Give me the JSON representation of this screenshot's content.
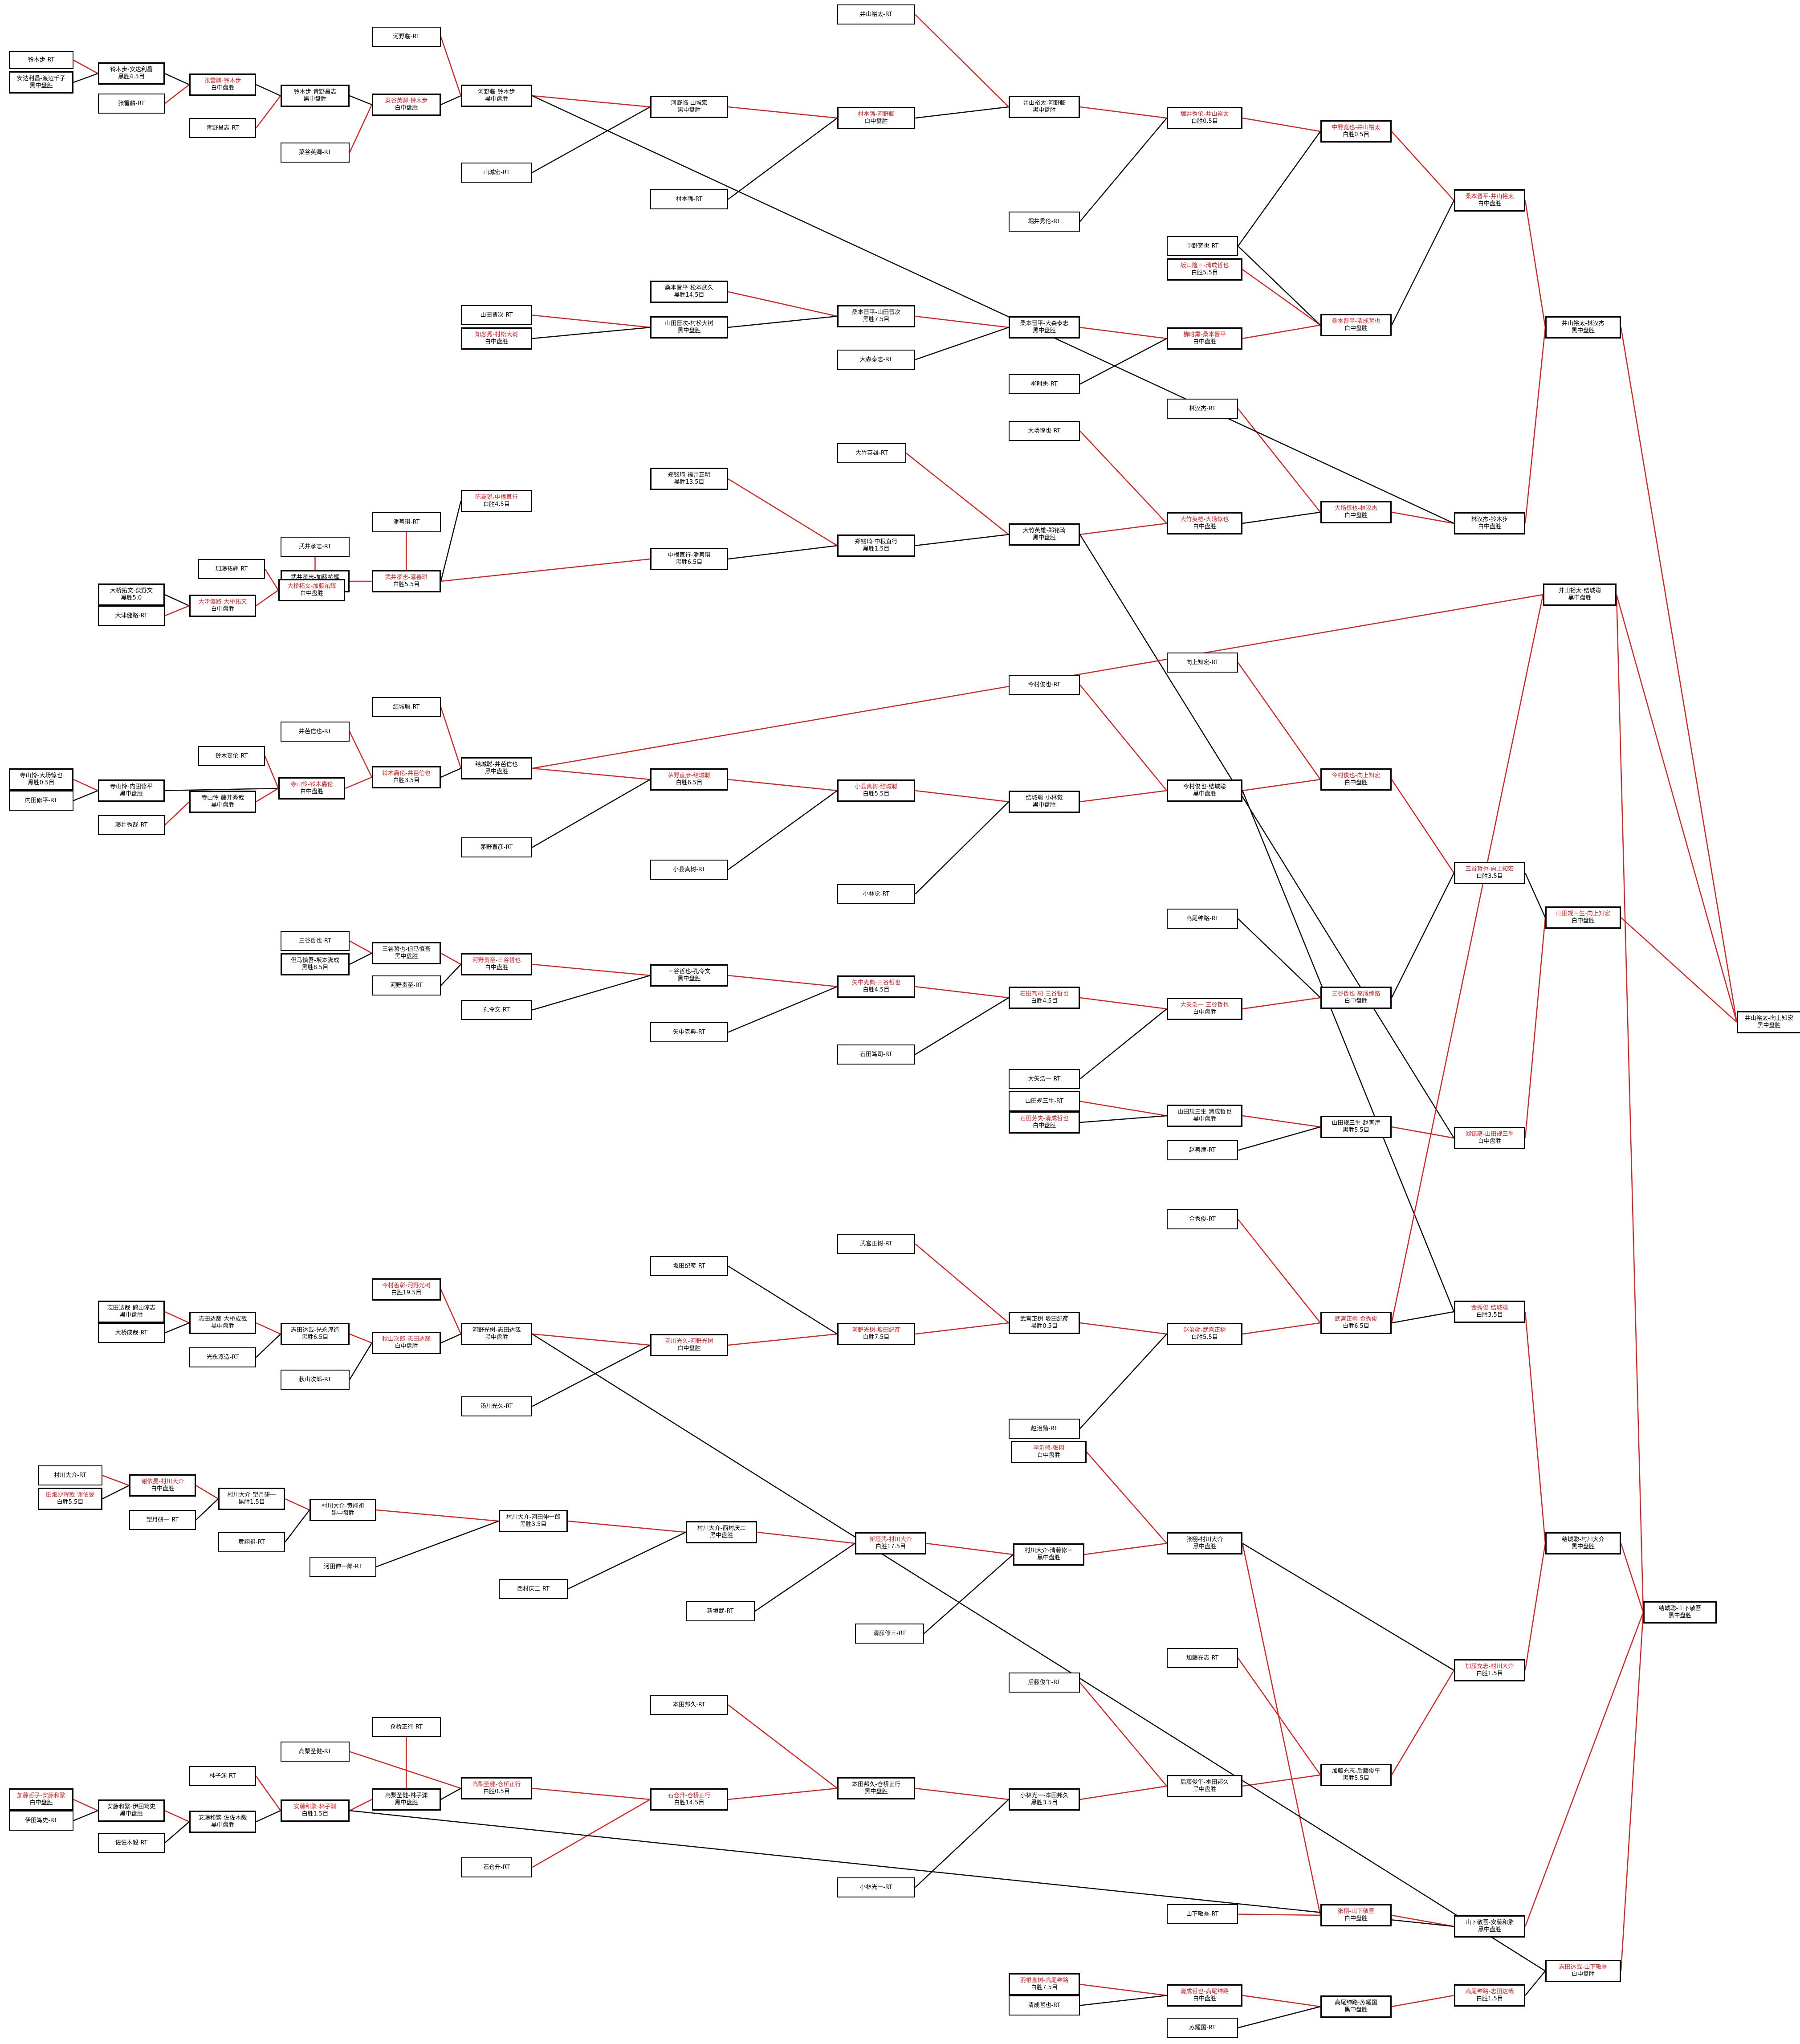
{
  "colors": {
    "win": "#dd2222",
    "lose": "#111111"
  },
  "nodes": [
    [
      "a0",
      "铃木步-RT",
      []
    ],
    [
      "a1",
      "安达利昌-渡辺千子",
      "黑中盘胜",
      [
        0
      ]
    ],
    [
      "a2",
      "铃木步-安达利昌",
      "黑胜4.5目",
      [
        0
      ]
    ],
    [
      "a3",
      "张雷麟-RT",
      [
        0
      ]
    ],
    [
      "a4",
      "张雷麟-铃木步",
      "白中盘胜",
      [
        1
      ]
    ],
    [
      "a5",
      "青野昌志-RT",
      [
        0
      ]
    ],
    [
      "a6",
      "铃木步-青野昌志",
      "黑中盘胜",
      [
        0
      ]
    ],
    [
      "a7",
      "菜谷英卿-RT",
      [
        0
      ]
    ],
    [
      "a8",
      "菜谷英卿-铃木步",
      "白中盘胜",
      [
        1
      ]
    ],
    [
      "a9",
      "河野临-RT",
      [
        0
      ]
    ],
    [
      "a10",
      "河野临-铃木步",
      "黑中盘胜",
      [
        0
      ]
    ],
    [
      "a11",
      "山城宏-RT",
      [
        0
      ]
    ],
    [
      "a12",
      "河野临-山城宏",
      "黑中盘胜",
      [
        0
      ]
    ],
    [
      "a13",
      "村本强-RT",
      [
        0
      ]
    ],
    [
      "a14",
      "村本强-河野临",
      "白中盘胜",
      [
        1
      ]
    ],
    [
      "a15",
      "井山裕太-RT",
      [
        0
      ]
    ],
    [
      "a16",
      "井山裕太-河野临",
      "黑中盘胜",
      [
        0
      ]
    ],
    [
      "a17",
      "堀井秀伦-RT",
      [
        0
      ]
    ],
    [
      "a18",
      "堀井秀伦-井山裕太",
      "白胜0.5目",
      [
        1
      ]
    ],
    [
      "a19",
      "中野宽也-RT",
      [
        0
      ]
    ],
    [
      "a20",
      "中野宽也-井山裕太",
      "白胜0.5目",
      [
        1
      ]
    ],
    [
      "a21",
      "坂口隆三-清成哲也",
      "白胜5.5目",
      [
        1
      ]
    ],
    [
      "a22",
      "桑本晋平-清成哲也",
      "白中盘胜",
      [
        1
      ]
    ],
    [
      "a23",
      "桑本晋平-井山裕太",
      "白中盘胜",
      [
        1
      ]
    ],
    [
      "a24",
      "山田晋次-RT",
      [
        0
      ]
    ],
    [
      "a25",
      "知念秀-村松大树",
      "白中盘胜",
      [
        1
      ]
    ],
    [
      "a26",
      "桑本晋平-松本武久",
      "黑胜14.5目",
      [
        0
      ]
    ],
    [
      "a27",
      "山田晋次-村松大树",
      "黑中盘胜",
      [
        0
      ]
    ],
    [
      "a28",
      "桑本晋平-山田晋次",
      "黑胜7.5目",
      [
        0
      ]
    ],
    [
      "a29",
      "大森泰志-RT",
      [
        0
      ]
    ],
    [
      "a30",
      "桑本晋平-大森泰志",
      "黑中盘胜",
      [
        0
      ]
    ],
    [
      "a31",
      "柳时熏-RT",
      [
        0
      ]
    ],
    [
      "a32",
      "柳时熏-桑本晋平",
      "白中盘胜",
      [
        1
      ]
    ],
    [
      "a33",
      "林汉杰-RT",
      [
        0
      ]
    ],
    [
      "a34",
      "大场惇也-RT",
      [
        0
      ]
    ],
    [
      "a35",
      "大场惇也-林汉杰",
      "白中盘胜",
      [
        1
      ]
    ],
    [
      "a36",
      "大竹英雄-大场惇也",
      "白中盘胜",
      [
        1
      ]
    ],
    [
      "a37",
      "林汉杰-铃木步",
      "白中盘胜",
      [
        0
      ]
    ],
    [
      "a38",
      "井山裕太-林汉杰",
      "黑中盘胜",
      [
        0
      ]
    ],
    [
      "a39",
      "大竹英雄-RT",
      [
        0
      ]
    ],
    [
      "a40",
      "郑铭琦-福井正明",
      "黑胜13.5目",
      [
        0
      ]
    ],
    [
      "a41",
      "中根直行-潘善琪",
      "黑胜6.5目",
      [
        0
      ]
    ],
    [
      "a42",
      "郑铭琦-中根直行",
      "黑胜1.5目",
      [
        0
      ]
    ],
    [
      "a43",
      "大竹英雄-郑铭琦",
      "黑中盘胜",
      [
        0
      ]
    ],
    [
      "a44",
      "陈嘉锐-中根直行",
      "白胜4.5目",
      [
        1
      ]
    ],
    [
      "a45",
      "潘善琪-RT",
      [
        0
      ]
    ],
    [
      "a46",
      "武井孝志-潘善琪",
      "白胜5.5目",
      [
        1
      ]
    ],
    [
      "a47",
      "武井孝志-RT",
      [
        0
      ]
    ],
    [
      "a48",
      "武井孝志-加藤祐辉",
      "黑胜4.5目",
      [
        0
      ]
    ],
    [
      "a49",
      "加藤祐辉-RT",
      [
        0
      ]
    ],
    [
      "a50",
      "大桥拓文-加藤祐辉",
      "白中盘胜",
      [
        1
      ]
    ],
    [
      "a51",
      "大桥拓文-荻野文",
      "黑胜5.0",
      [
        0
      ]
    ],
    [
      "a52",
      "大津健路-RT",
      [
        0
      ]
    ],
    [
      "a53",
      "大津健路-大桥拓文",
      "白中盘胜",
      [
        1
      ]
    ],
    [
      "a54",
      "结城聪-RT",
      [
        0
      ]
    ],
    [
      "a55",
      "井芭信也-RT",
      [
        0
      ]
    ],
    [
      "a56",
      "结城聪-井芭信也",
      "黑中盘胜",
      [
        0
      ]
    ],
    [
      "a57",
      "铃木嘉伦-RT",
      [
        0
      ]
    ],
    [
      "a58",
      "铃木嘉伦-井芭信也",
      "白胜3.5目",
      [
        1
      ]
    ],
    [
      "a59",
      "寺山怜-铃木嘉伦",
      "白中盘胜",
      [
        1
      ]
    ],
    [
      "a60",
      "寺山怜-大场惇也",
      "黑胜0.5目",
      [
        0
      ]
    ],
    [
      "a61",
      "寺山怜-内田修平",
      "黑中盘胜",
      [
        0
      ]
    ],
    [
      "a62",
      "内田修平-RT",
      [
        0
      ]
    ],
    [
      "a63",
      "寺山怜-藤井秀哉",
      "黑中盘胜",
      [
        0
      ]
    ],
    [
      "a64",
      "藤井秀哉-RT",
      [
        0
      ]
    ],
    [
      "a65",
      "茅野直彦-RT",
      [
        0
      ]
    ],
    [
      "a66",
      "茅野直彦-结城聪",
      "白胜6.5目",
      [
        1
      ]
    ],
    [
      "a67",
      "小县真树-RT",
      [
        0
      ]
    ],
    [
      "a68",
      "小县真树-结城聪",
      "白胜5.5目",
      [
        1
      ]
    ],
    [
      "a69",
      "小林觉-RT",
      [
        0
      ]
    ],
    [
      "a70",
      "结城聪-小林觉",
      "黑中盘胜",
      [
        0
      ]
    ],
    [
      "a71",
      "今村俊也-RT",
      [
        0
      ]
    ],
    [
      "a72",
      "今村俊也-结城聪",
      "黑中盘胜",
      [
        0
      ]
    ],
    [
      "a73",
      "向上知宏-RT",
      [
        0
      ]
    ],
    [
      "a74",
      "今村俊也-向上知宏",
      "白中盘胜",
      [
        1
      ]
    ],
    [
      "a75",
      "三谷哲也-向上知宏",
      "白胜3.5目",
      [
        1
      ]
    ],
    [
      "a76",
      "山田规三生-向上知宏",
      "白中盘胜",
      [
        1
      ]
    ],
    [
      "a77",
      "井山裕太-向上知宏",
      "黑中盘胜",
      [
        0
      ]
    ],
    [
      "a78",
      "三谷哲也-RT",
      [
        0
      ]
    ],
    [
      "a79",
      "三谷哲也-但马慎吾",
      "黑中盘胜",
      [
        0
      ]
    ],
    [
      "a80",
      "但马慎吾-坂本满成",
      "黑胜8.5目",
      [
        0
      ]
    ],
    [
      "a81",
      "河野贵至-RT",
      [
        0
      ]
    ],
    [
      "a82",
      "河野贵至-三谷哲也",
      "白中盘胜",
      [
        1
      ]
    ],
    [
      "a83",
      "孔令文-RT",
      [
        0
      ]
    ],
    [
      "a84",
      "三谷哲也-孔令文",
      "黑中盘胜",
      [
        0
      ]
    ],
    [
      "a85",
      "矢中克典-RT",
      [
        0
      ]
    ],
    [
      "a86",
      "矢中克典-三谷哲也",
      "白胜4.5目",
      [
        1
      ]
    ],
    [
      "a87",
      "石田笃司-RT",
      [
        0
      ]
    ],
    [
      "a88",
      "石田笃司-三谷哲也",
      "白胜4.5目",
      [
        1
      ]
    ],
    [
      "a89",
      "大矢浩一-三谷哲也",
      "白中盘胜",
      [
        1
      ]
    ],
    [
      "a90",
      "大矢浩一-RT",
      [
        0
      ]
    ],
    [
      "a91",
      "高尾绅路-RT",
      [
        0
      ]
    ],
    [
      "a92",
      "三谷哲也-高尾绅路",
      "白中盘胜",
      [
        1
      ]
    ],
    [
      "a93",
      "山田规三生-RT",
      [
        0
      ]
    ],
    [
      "a94",
      "石田芳夫-清成哲也",
      "白中盘胜",
      [
        1
      ]
    ],
    [
      "a95",
      "山田规三生-清成哲也",
      "黑中盘胜",
      [
        0
      ]
    ],
    [
      "a96",
      "赵善津-RT",
      [
        0
      ]
    ],
    [
      "a97",
      "山田规三生-赵善津",
      "黑胜5.5目",
      [
        0
      ]
    ],
    [
      "a98",
      "郑铭琦-山田规三生",
      "白中盘胜",
      [
        1
      ]
    ],
    [
      "a99",
      "井山裕太-结城聪",
      "黑中盘胜",
      [
        0
      ]
    ],
    [
      "a100",
      "志田达哉-鹤山淳志",
      "黑中盘胜",
      [
        0
      ]
    ],
    [
      "a101",
      "大桥成哉-RT",
      [
        0
      ]
    ],
    [
      "a102",
      "志田达哉-大桥成哉",
      "黑中盘胜",
      [
        0
      ]
    ],
    [
      "a103",
      "光永淳造-RT",
      [
        0
      ]
    ],
    [
      "a104",
      "志田达哉-光永淳造",
      "黑胜6.5目",
      [
        0
      ]
    ],
    [
      "a105",
      "秋山次郎-RT",
      [
        0
      ]
    ],
    [
      "a106",
      "秋山次郎-志田达哉",
      "白中盘胜",
      [
        1
      ]
    ],
    [
      "a107",
      "今村善彰-河野光树",
      "白胜19.5目",
      [
        1
      ]
    ],
    [
      "a108",
      "河野光树-志田达哉",
      "黑中盘胜",
      [
        0
      ]
    ],
    [
      "a109",
      "汤川光久-RT",
      [
        0
      ]
    ],
    [
      "a110",
      "汤川光久-河野光树",
      "白中盘胜",
      [
        1
      ]
    ],
    [
      "a111",
      "坂田纪彦-RT",
      [
        0
      ]
    ],
    [
      "a112",
      "河野光树-坂田纪彦",
      "白胜7.5目",
      [
        1
      ]
    ],
    [
      "a113",
      "武宫正树-RT",
      [
        0
      ]
    ],
    [
      "a114",
      "武宫正树-坂田纪彦",
      "黑胜0.5目",
      [
        0
      ]
    ],
    [
      "a115",
      "赵治勋-武宫正树",
      "白胜5.5目",
      [
        1
      ]
    ],
    [
      "a116",
      "金秀俊-RT",
      [
        0
      ]
    ],
    [
      "a117",
      "武宫正树-金秀俊",
      "白胜6.5目",
      [
        1
      ]
    ],
    [
      "a118",
      "金秀俊-结城聪",
      "白胜3.5目",
      [
        1
      ]
    ],
    [
      "a119",
      "赵治勋-RT",
      [
        0
      ]
    ],
    [
      "a120",
      "李沂修-张栩",
      "白中盘胜",
      [
        1
      ]
    ],
    [
      "a121",
      "村川大介-RT",
      [
        0
      ]
    ],
    [
      "a122",
      "谢依旻-村川大介",
      "白中盘胜",
      [
        1
      ]
    ],
    [
      "a123",
      "田畑沙辉哉-谢依旻",
      "白胜5.5目",
      [
        1
      ]
    ],
    [
      "a124",
      "村川大介-望月研一",
      "黑胜1.5目",
      [
        0
      ]
    ],
    [
      "a125",
      "望月研一-RT",
      [
        0
      ]
    ],
    [
      "a126",
      "村川大介-黄翊祖",
      "黑中盘胜",
      [
        0
      ]
    ],
    [
      "a127",
      "黄翊祖-RT",
      [
        0
      ]
    ],
    [
      "a128",
      "村川大介-河田伸一郎",
      "黑胜3.5目",
      [
        0
      ]
    ],
    [
      "a129",
      "河田伸一郎-RT",
      [
        0
      ]
    ],
    [
      "a130",
      "西村庆二-RT",
      [
        0
      ]
    ],
    [
      "a131",
      "村川大介-西村庆二",
      "黑中盘胜",
      [
        0
      ]
    ],
    [
      "a132",
      "新垣武-RT",
      [
        0
      ]
    ],
    [
      "a133",
      "新垣武-村川大介",
      "白胜17.5目",
      [
        1
      ]
    ],
    [
      "a134",
      "清藤修三-RT",
      [
        0
      ]
    ],
    [
      "a135",
      "村川大介-清藤修三",
      "黑中盘胜",
      [
        0
      ]
    ],
    [
      "a136",
      "张栩-村川大介",
      "黑中盘胜",
      [
        0
      ]
    ],
    [
      "a137",
      "加藤充志-村川大介",
      "白胜1.5目",
      [
        1
      ]
    ],
    [
      "a138",
      "结城聪-村川大介",
      "黑中盘胜",
      [
        0
      ]
    ],
    [
      "a139",
      "结城聪-山下敬吾",
      "黑中盘胜",
      [
        0
      ]
    ],
    [
      "a140",
      "加藤充志-RT",
      [
        0
      ]
    ],
    [
      "a141",
      "后藤俊午-RT",
      [
        0
      ]
    ],
    [
      "a142",
      "后藤俊午-本田邦久",
      "黑中盘胜",
      [
        0
      ]
    ],
    [
      "a143",
      "加藤充志-后藤俊午",
      "黑胜5.5目",
      [
        0
      ]
    ],
    [
      "a144",
      "本田邦久-RT",
      [
        0
      ]
    ],
    [
      "a145",
      "本田邦久-仓桥正行",
      "黑中盘胜",
      [
        0
      ]
    ],
    [
      "a146",
      "小林光一-本田邦久",
      "黑胜3.5目",
      [
        0
      ]
    ],
    [
      "a147",
      "小林光一-RT",
      [
        0
      ]
    ],
    [
      "a148",
      "石仓升-仓桥正行",
      "白胜14.5目",
      [
        1
      ]
    ],
    [
      "a149",
      "石仓升-RT",
      [
        0
      ]
    ],
    [
      "a150",
      "高梨圣健-RT",
      [
        0
      ]
    ],
    [
      "a151",
      "仓桥正行-RT",
      [
        0
      ]
    ],
    [
      "a152",
      "高梨圣健-仓桥正行",
      "白胜0.5目",
      [
        1
      ]
    ],
    [
      "a153",
      "高梨圣健-林子渊",
      "黑中盘胜",
      [
        0
      ]
    ],
    [
      "a154",
      "林子渊-RT",
      [
        0
      ]
    ],
    [
      "a155",
      "安藤和繁-林子渊",
      "白胜1.5目",
      [
        1
      ]
    ],
    [
      "a156",
      "加藤哲子-安藤和繁",
      "白中盘胜",
      [
        1
      ]
    ],
    [
      "a157",
      "伊田笃史-RT",
      [
        0
      ]
    ],
    [
      "a158",
      "安藤和繁-伊田笃史",
      "黑中盘胜",
      [
        0
      ]
    ],
    [
      "a159",
      "安藤和繁-佐佐木毅",
      "黑中盘胜",
      [
        0
      ]
    ],
    [
      "a160",
      "佐佐木毅-RT",
      [
        0
      ]
    ],
    [
      "a161",
      "山下敬吾-RT",
      [
        0
      ]
    ],
    [
      "a162",
      "张栩-山下敬吾",
      "白中盘胜",
      [
        1
      ]
    ],
    [
      "a163",
      "山下敬吾-安藤和繁",
      "黑中盘胜",
      [
        0
      ]
    ],
    [
      "a164",
      "志田达哉-山下敬吾",
      "白中盘胜",
      [
        1
      ]
    ],
    [
      "a165",
      "羽根直树-高尾绅路",
      "白胜7.5目",
      [
        1
      ]
    ],
    [
      "a166",
      "清成哲也-RT",
      [
        0
      ]
    ],
    [
      "a167",
      "清成哲也-高尾绅路",
      "白中盘胜",
      [
        1
      ]
    ],
    [
      "a168",
      "高尾绅路-苏耀国",
      "黑中盘胜",
      [
        0
      ]
    ],
    [
      "a169",
      "苏耀国-RT",
      [
        0
      ]
    ],
    [
      "a170",
      "高尾绅路-志田达哉",
      "白胜1.5目",
      [
        1
      ]
    ]
  ]
}
